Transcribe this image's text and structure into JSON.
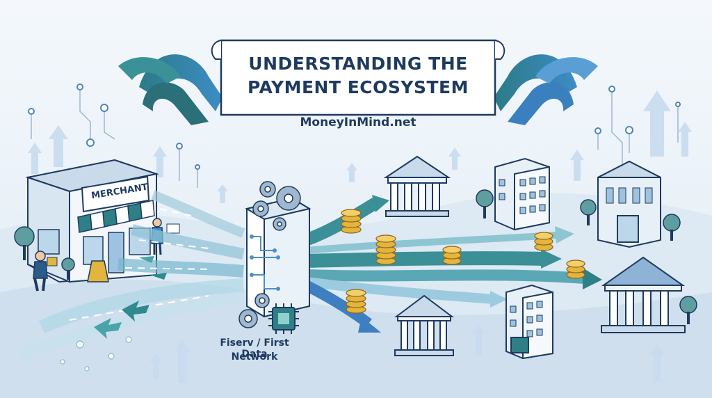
{
  "banner": {
    "title_line1": "UNDERSTANDING THE",
    "title_line2": "PAYMENT ECOSYSTEM",
    "website": "MoneyInMind.net"
  },
  "merchant": {
    "sign": "MERCHANT"
  },
  "network": {
    "label_line1": "Fiserv / First Data",
    "label_line2": "Network"
  },
  "icons": {
    "store": "storefront-icon",
    "processor": "processor-hub-icon",
    "gear": "gear-icon",
    "chip": "microchip-icon",
    "coins": "coin-stack-icon",
    "bank": "bank-building-icon",
    "office": "office-building-icon",
    "tree": "tree-icon",
    "arrow": "up-arrow-icon"
  },
  "colors": {
    "navy": "#1e3a5f",
    "teal": "#2f7f86",
    "blue": "#4a8fc9",
    "gold": "#e4b53c",
    "light": "#d9e7f2"
  }
}
